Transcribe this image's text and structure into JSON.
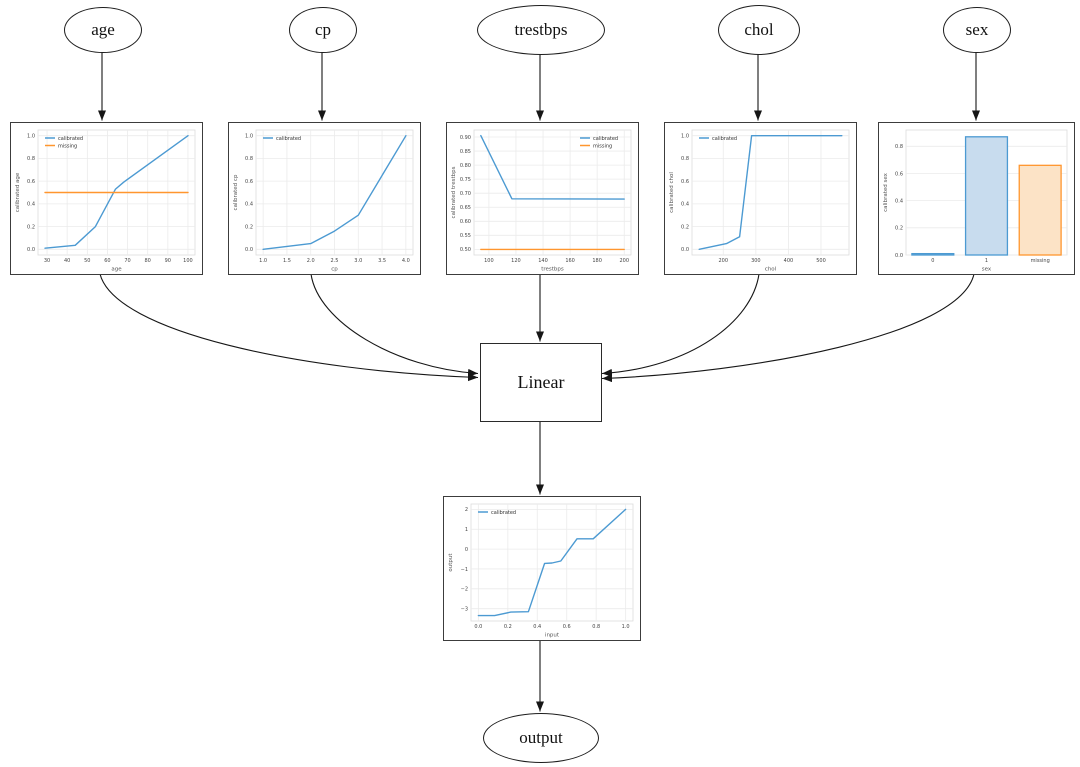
{
  "diagram": {
    "nodes": {
      "age": {
        "label": "age"
      },
      "cp": {
        "label": "cp"
      },
      "trestbps": {
        "label": "trestbps"
      },
      "chol": {
        "label": "chol"
      },
      "sex": {
        "label": "sex"
      },
      "linear": {
        "label": "Linear"
      },
      "output": {
        "label": "output"
      }
    }
  },
  "colors": {
    "calibrated_line": "#4c9ad2",
    "missing_line": "#ff962e",
    "bar_fill_blue": "#c8dcee",
    "bar_fill_orange": "#fce3c6",
    "grid": "#ebebeb",
    "edge": "#161616"
  },
  "chart_data": [
    {
      "name": "age calibration",
      "type": "line",
      "xlabel": "age",
      "ylabel": "calibrated age",
      "xlim": [
        25.5,
        103.5
      ],
      "ylim": [
        -0.05,
        1.05
      ],
      "xticks": {
        "values": [
          30,
          40,
          50,
          60,
          70,
          80,
          90,
          100
        ],
        "labels": [
          "30",
          "40",
          "50",
          "60",
          "70",
          "80",
          "90",
          "100"
        ]
      },
      "yticks": {
        "values": [
          0.0,
          0.2,
          0.4,
          0.6,
          0.8,
          1.0
        ],
        "labels": [
          "0.0",
          "0.2",
          "0.4",
          "0.6",
          "0.8",
          "1.0"
        ]
      },
      "legend": {
        "position": "top-left",
        "entries": [
          "calibrated",
          "missing"
        ]
      },
      "series": [
        {
          "name": "calibrated",
          "color": "#4c9ad2",
          "points": [
            [
              29,
              0.01
            ],
            [
              44,
              0.035
            ],
            [
              54,
              0.2
            ],
            [
              64,
              0.53
            ],
            [
              68,
              0.59
            ],
            [
              100,
              1.0
            ]
          ]
        },
        {
          "name": "missing",
          "color": "#ff962e",
          "points": [
            [
              29,
              0.5
            ],
            [
              100,
              0.5
            ]
          ]
        }
      ]
    },
    {
      "name": "cp calibration",
      "type": "line",
      "xlabel": "cp",
      "ylabel": "calibrated cp",
      "xlim": [
        0.85,
        4.15
      ],
      "ylim": [
        -0.05,
        1.05
      ],
      "xticks": {
        "values": [
          1.0,
          1.5,
          2.0,
          2.5,
          3.0,
          3.5,
          4.0
        ],
        "labels": [
          "1.0",
          "1.5",
          "2.0",
          "2.5",
          "3.0",
          "3.5",
          "4.0"
        ]
      },
      "yticks": {
        "values": [
          0.0,
          0.2,
          0.4,
          0.6,
          0.8,
          1.0
        ],
        "labels": [
          "0.0",
          "0.2",
          "0.4",
          "0.6",
          "0.8",
          "1.0"
        ]
      },
      "legend": {
        "position": "top-left",
        "entries": [
          "calibrated"
        ]
      },
      "series": [
        {
          "name": "calibrated",
          "color": "#4c9ad2",
          "points": [
            [
              1.0,
              0.0
            ],
            [
              2.0,
              0.05
            ],
            [
              2.5,
              0.16
            ],
            [
              3.0,
              0.3
            ],
            [
              4.0,
              1.0
            ]
          ]
        }
      ]
    },
    {
      "name": "trestbps calibration",
      "type": "line",
      "xlabel": "trestbps",
      "ylabel": "calibrated trestbps",
      "xlim": [
        89,
        205
      ],
      "ylim": [
        0.48,
        0.925
      ],
      "xticks": {
        "values": [
          100,
          120,
          140,
          160,
          180,
          200
        ],
        "labels": [
          "100",
          "120",
          "140",
          "160",
          "180",
          "200"
        ]
      },
      "yticks": {
        "values": [
          0.5,
          0.55,
          0.6,
          0.65,
          0.7,
          0.75,
          0.8,
          0.85,
          0.9
        ],
        "labels": [
          "0.50",
          "0.55",
          "0.60",
          "0.65",
          "0.70",
          "0.75",
          "0.80",
          "0.85",
          "0.90"
        ]
      },
      "legend": {
        "position": "top-right",
        "entries": [
          "calibrated",
          "missing"
        ]
      },
      "series": [
        {
          "name": "calibrated",
          "color": "#4c9ad2",
          "points": [
            [
              94,
              0.905
            ],
            [
              117,
              0.68
            ],
            [
              200,
              0.679
            ]
          ]
        },
        {
          "name": "missing",
          "color": "#ff962e",
          "points": [
            [
              94,
              0.5
            ],
            [
              200,
              0.5
            ]
          ]
        }
      ]
    },
    {
      "name": "chol calibration",
      "type": "line",
      "xlabel": "chol",
      "ylabel": "calibrated chol",
      "xlim": [
        104,
        586
      ],
      "ylim": [
        -0.05,
        1.05
      ],
      "xticks": {
        "values": [
          200,
          300,
          400,
          500
        ],
        "labels": [
          "200",
          "300",
          "400",
          "500"
        ]
      },
      "yticks": {
        "values": [
          0.0,
          0.2,
          0.4,
          0.6,
          0.8,
          1.0
        ],
        "labels": [
          "0.0",
          "0.2",
          "0.4",
          "0.6",
          "0.8",
          "1.0"
        ]
      },
      "legend": {
        "position": "top-left",
        "entries": [
          "calibrated"
        ]
      },
      "series": [
        {
          "name": "calibrated",
          "color": "#4c9ad2",
          "points": [
            [
              126,
              0.0
            ],
            [
              210,
              0.05
            ],
            [
              250,
              0.11
            ],
            [
              287,
              1.0
            ],
            [
              564,
              1.0
            ]
          ]
        }
      ]
    },
    {
      "name": "sex calibration",
      "type": "bar",
      "xlabel": "sex",
      "ylabel": "calibrated sex",
      "categories": [
        "0",
        "1",
        "missing"
      ],
      "values": [
        0.01,
        0.87,
        0.66
      ],
      "bar_strokes": [
        "#4c9ad2",
        "#4c9ad2",
        "#ff962e"
      ],
      "bar_fills": [
        "#c8dcee",
        "#c8dcee",
        "#fce3c6"
      ],
      "ylim": [
        0,
        0.92
      ],
      "yticks": {
        "values": [
          0.0,
          0.2,
          0.4,
          0.6,
          0.8
        ],
        "labels": [
          "0.0",
          "0.2",
          "0.4",
          "0.6",
          "0.8"
        ]
      }
    },
    {
      "name": "output calibration",
      "type": "line",
      "xlabel": "input",
      "ylabel": "output",
      "xlim": [
        -0.05,
        1.05
      ],
      "ylim": [
        -3.62,
        2.27
      ],
      "xticks": {
        "values": [
          0.0,
          0.2,
          0.4,
          0.6,
          0.8,
          1.0
        ],
        "labels": [
          "0.0",
          "0.2",
          "0.4",
          "0.6",
          "0.8",
          "1.0"
        ]
      },
      "yticks": {
        "values": [
          -3,
          -2,
          -1,
          0,
          1,
          2
        ],
        "labels": [
          "−3",
          "−2",
          "−1",
          "0",
          "1",
          "2"
        ]
      },
      "legend": {
        "position": "top-left",
        "entries": [
          "calibrated"
        ]
      },
      "series": [
        {
          "name": "calibrated",
          "color": "#4c9ad2",
          "points": [
            [
              0.0,
              -3.35
            ],
            [
              0.11,
              -3.35
            ],
            [
              0.22,
              -3.17
            ],
            [
              0.34,
              -3.15
            ],
            [
              0.45,
              -0.72
            ],
            [
              0.5,
              -0.7
            ],
            [
              0.56,
              -0.6
            ],
            [
              0.67,
              0.52
            ],
            [
              0.78,
              0.52
            ],
            [
              1.0,
              2.0
            ]
          ]
        }
      ]
    }
  ]
}
